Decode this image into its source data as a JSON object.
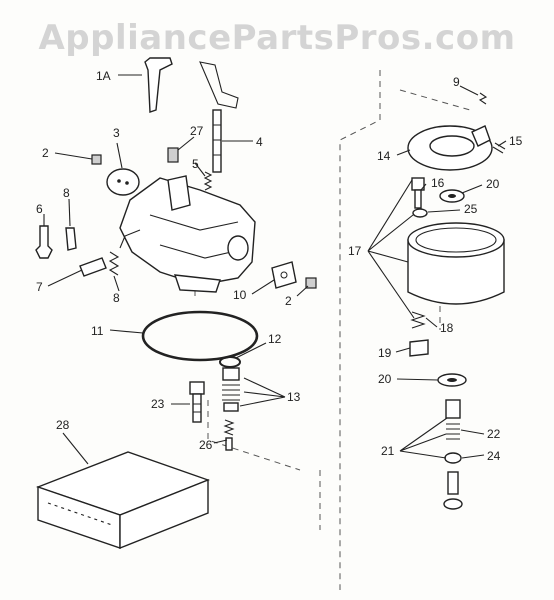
{
  "watermark": "AppliancePartsPros.com",
  "callouts": {
    "c1A": "1A",
    "c2a": "2",
    "c2b": "2",
    "c3": "3",
    "c4": "4",
    "c5": "5",
    "c6": "6",
    "c7": "7",
    "c8a": "8",
    "c8b": "8",
    "c9": "9",
    "c10": "10",
    "c11": "11",
    "c12": "12",
    "c13": "13",
    "c14": "14",
    "c15": "15",
    "c16": "16",
    "c17": "17",
    "c18": "18",
    "c19": "19",
    "c20a": "20",
    "c20b": "20",
    "c21": "21",
    "c22": "22",
    "c23": "23",
    "c24": "24",
    "c25": "25",
    "c26": "26",
    "c27": "27",
    "c28": "28"
  }
}
